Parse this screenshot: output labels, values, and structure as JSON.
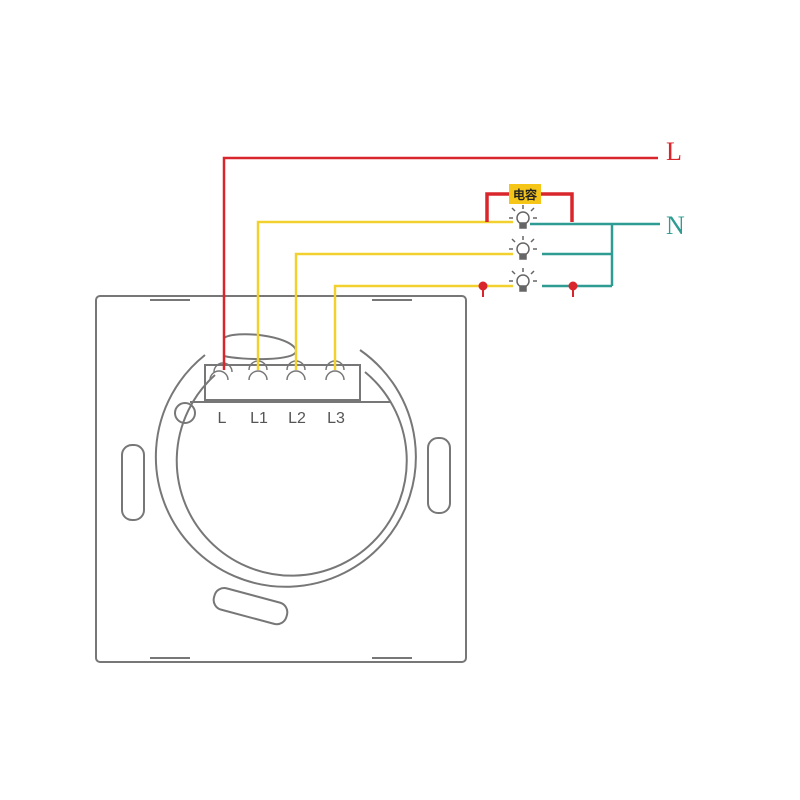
{
  "diagram": {
    "line_label": "L",
    "neutral_label": "N",
    "capacitor_label": "电容",
    "terminals": [
      "L",
      "L1",
      "L2",
      "L3"
    ],
    "colors": {
      "live": "#d9262c",
      "switched": "#f2d12e",
      "neutral": "#2e9c92",
      "outline": "#777777",
      "capacitor_bg": "#f5c518"
    }
  }
}
